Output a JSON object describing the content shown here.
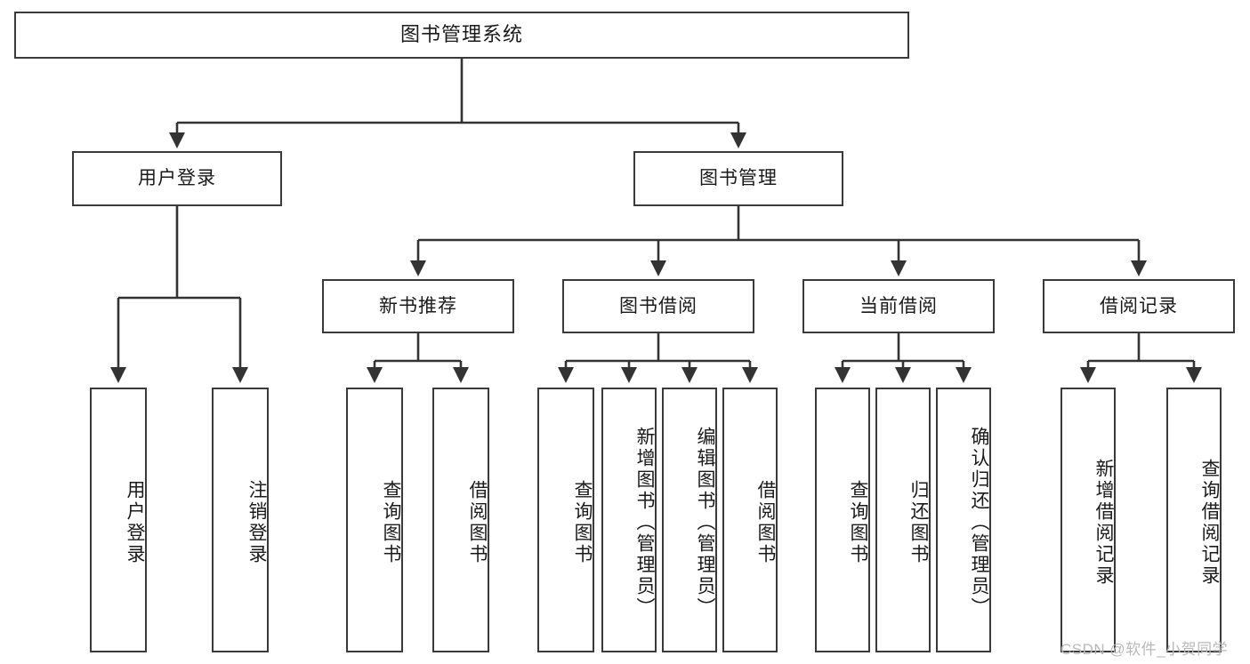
{
  "diagram": {
    "type": "tree-hierarchy",
    "title": "图书管理系统",
    "orientation": "top-down",
    "colors": {
      "box_border": "#3a3a3a",
      "box_fill": "#ffffff",
      "connector": "#333333",
      "text": "#1a1a1a",
      "watermark": "#b9b9b9"
    },
    "watermark": "CSDN @软件_小贺同学",
    "nodes": {
      "root": {
        "label": "图书管理系统"
      },
      "level2": [
        {
          "label": "用户登录"
        },
        {
          "label": "图书管理"
        }
      ],
      "level3": [
        {
          "label": "新书推荐"
        },
        {
          "label": "图书借阅"
        },
        {
          "label": "当前借阅"
        },
        {
          "label": "借阅记录"
        }
      ],
      "leaves_user_login": [
        {
          "label": "用户登录"
        },
        {
          "label": "注销登录"
        }
      ],
      "leaves_new_book": [
        {
          "label": "查询图书"
        },
        {
          "label": "借阅图书"
        }
      ],
      "leaves_borrow": [
        {
          "label": "查询图书"
        },
        {
          "label": "新增图书（管理员）"
        },
        {
          "label": "编辑图书（管理员）"
        },
        {
          "label": "借阅图书"
        }
      ],
      "leaves_current": [
        {
          "label": "查询图书"
        },
        {
          "label": "归还图书"
        },
        {
          "label": "确认归还（管理员）"
        }
      ],
      "leaves_records": [
        {
          "label": "新增借阅记录"
        },
        {
          "label": "查询借阅记录"
        }
      ]
    }
  }
}
